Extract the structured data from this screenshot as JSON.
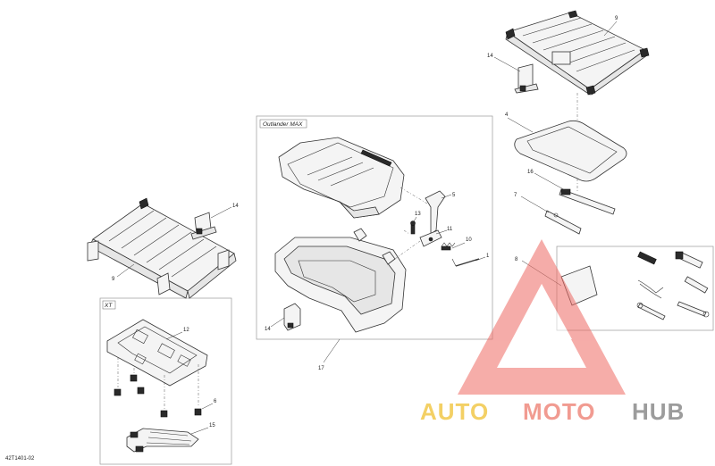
{
  "drawing_code": "42T1401-02",
  "boxes": {
    "max_label": "Outlander MAX",
    "xt_label": "XT"
  },
  "callouts": {
    "c9_top": "9",
    "c14_top": "14",
    "c4": "4",
    "c16": "16",
    "c7": "7",
    "c8": "8",
    "c5": "5",
    "c13": "13",
    "c11": "11",
    "c10": "10",
    "c1": "1",
    "c14_mid": "14",
    "c17": "17",
    "c9_left": "9",
    "c14_left": "14",
    "c12": "12",
    "c6": "6",
    "c15": "15"
  },
  "watermark": {
    "auto": "AUTO",
    "moto": "MOTO",
    "hub": "HUB",
    "colors": {
      "auto": "#f2c84b",
      "moto": "#ef8a7e",
      "hub": "#8b8b8b",
      "logo": "#ee6a63"
    }
  }
}
